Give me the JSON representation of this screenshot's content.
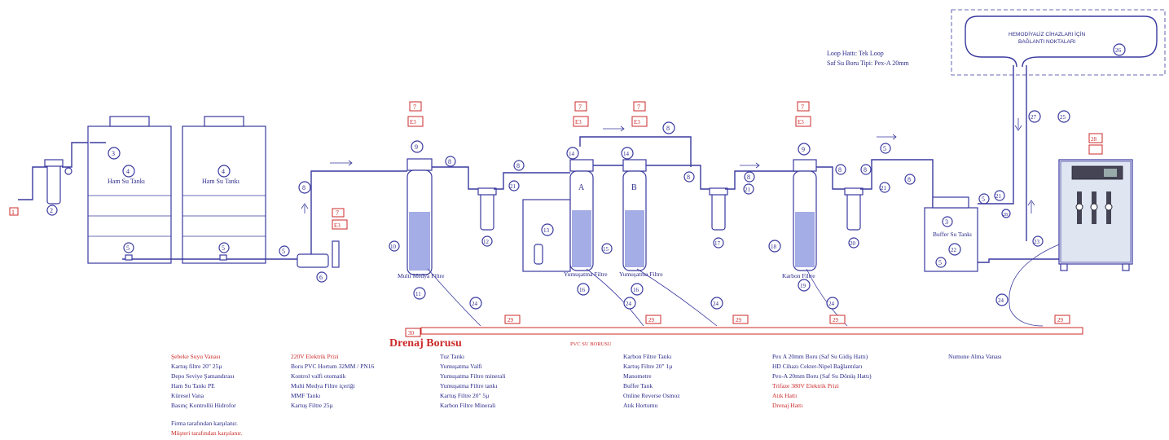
{
  "loop_info": {
    "line1": "Loop Hattı: Tek Loop",
    "line2": "Saf Su Boru Tipi: Pex-A 20mm"
  },
  "hemodialysis_box": {
    "line1": "HEMODİYALİZ CİHAZLARI İÇİN",
    "line2": "BAĞLANTI NOKTALARI"
  },
  "tank_labels": {
    "ham1": "Ham Su Tankı",
    "ham2": "Ham Su Tankı",
    "multi": "Multi Medya Filtre",
    "yum1": "Yumuşatma Filtre",
    "yum2": "Yumuşatma Filtre",
    "karbon": "Karbon Filtre",
    "buffer": "Buffer Su Tankı",
    "A": "A",
    "B": "B"
  },
  "drain": {
    "title": "Drenaj Borusu",
    "pvc": "PVC SU BORUSU"
  },
  "numbers": {
    "n1": "1",
    "n2": "2",
    "n3": "3",
    "n4": "4",
    "n5": "5",
    "n6": "6",
    "n7": "7",
    "n8": "8",
    "n9": "9",
    "n10": "10",
    "n11": "11",
    "n12": "12",
    "n13": "13",
    "n14": "14",
    "n15": "15",
    "n16": "16",
    "n17": "17",
    "n18": "18",
    "n19": "19",
    "n20": "20",
    "n21": "21",
    "n22": "22",
    "n23": "23",
    "n24": "24",
    "n25": "25",
    "n26": "26",
    "n27": "27",
    "n28": "28",
    "n29": "29",
    "n30": "30",
    "e3": "E3"
  },
  "legend": {
    "col1": [
      "Şebeke Suyu Vanası",
      "Kartuş filtre 20\" 25µ",
      "Depo Seviye Şamandırası",
      "Ham Su Tankı PE",
      "Küresel Vana",
      "Basınç Kontrollü Hidrofor"
    ],
    "col2": [
      "220V Elektrik Prizi",
      "Boru PVC Hortum 32MM / PN16",
      "Kontrol valfi otomatik",
      "Multi Medya Filtre içeriği",
      "MMF Tankı",
      "Kartuş Filtre 25µ"
    ],
    "col3": [
      "Tuz Tankı",
      "Yumuşatma Valfi",
      "Yumuşatma Filtre minerali",
      "Yumuşatma Filtre tankı",
      "Kartuş Filtre 20\" 5µ",
      "Karbon Filtre Minerali"
    ],
    "col4": [
      "Karbon Filtre Tankı",
      "Kartuş Filtre 20\" 1µ",
      "Manometre",
      "Buffer Tank",
      "Online Reverse Osmoz",
      "Atık Hortumu"
    ],
    "col5": [
      "Pex A 20mm Boru (Saf Su Gidiş Hattı)",
      "HD Cihazı Cekter-Nipel Bağlantıları",
      "Pex-A 20mm Boru (Saf Su Dönüş Hattı)",
      "Trifaze 380V Elektrik Prizi",
      "Atık Hattı",
      "Drenaj Hattı"
    ],
    "col6": [
      "Numune Alma Vanası"
    ],
    "footer1": "Firma tarafından karşılanır.",
    "footer2": "Müşteri tarafından karşılanır."
  }
}
